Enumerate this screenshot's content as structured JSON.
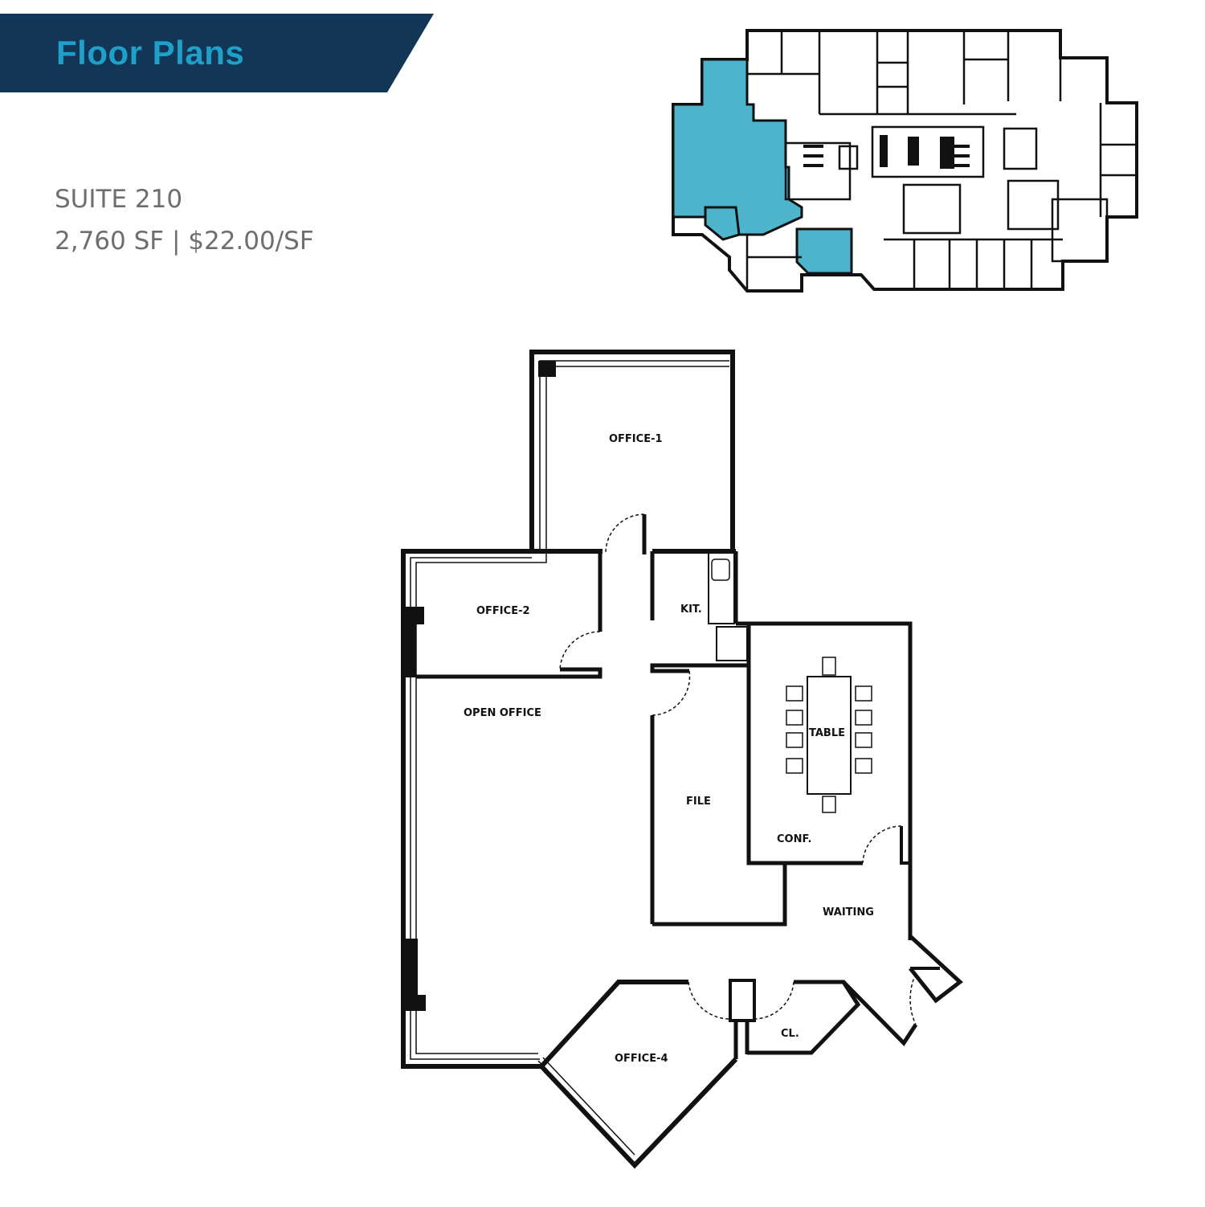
{
  "header": {
    "title": "Floor Plans"
  },
  "suite": {
    "name": "SUITE 210",
    "details": "2,760 SF | $22.00/SF"
  },
  "colors": {
    "banner": "#133657",
    "title": "#1fa0c8",
    "highlight": "#4db4cc",
    "text_gray": "#6d6e70",
    "wall": "#111111"
  },
  "rooms": [
    {
      "id": "office-1",
      "label": "OFFICE-1"
    },
    {
      "id": "office-2",
      "label": "OFFICE-2"
    },
    {
      "id": "kitchen",
      "label": "KIT."
    },
    {
      "id": "open-office",
      "label": "OPEN OFFICE"
    },
    {
      "id": "file",
      "label": "FILE"
    },
    {
      "id": "table",
      "label": "TABLE"
    },
    {
      "id": "conference",
      "label": "CONF."
    },
    {
      "id": "waiting",
      "label": "WAITING"
    },
    {
      "id": "closet",
      "label": "CL."
    },
    {
      "id": "office-4",
      "label": "OFFICE-4"
    }
  ]
}
